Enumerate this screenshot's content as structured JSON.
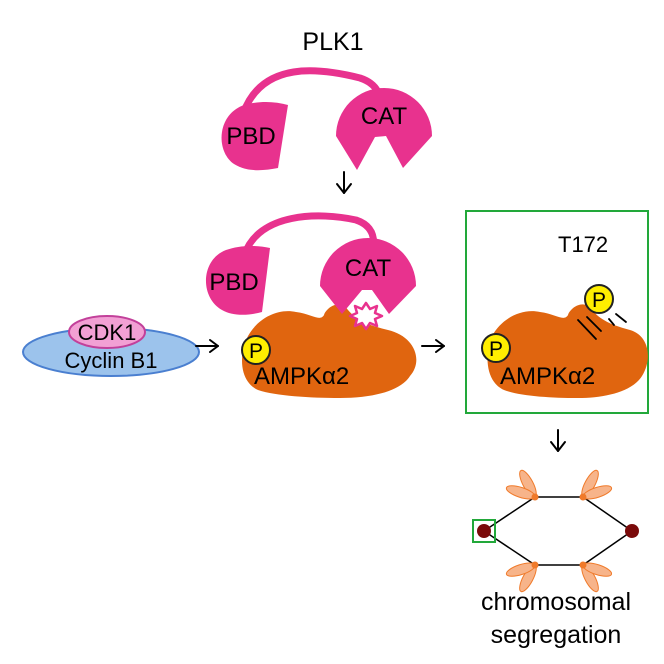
{
  "labels": {
    "plk1": "PLK1",
    "pbd": "PBD",
    "cat": "CAT",
    "cdk1": "CDK1",
    "cyclin_b1": "Cyclin B1",
    "phospho": "P",
    "ampk_prefix": "AMPK",
    "ampk_alpha": "α",
    "ampk_suffix": "2",
    "t172": "T172",
    "outcome_line1": "chromosomal",
    "outcome_line2": "segregation"
  },
  "colors": {
    "plk1": "#e8328e",
    "ampk": "#e0650f",
    "cyclin": "#9cc3ec",
    "cyclin_stroke": "#4a7fd0",
    "cdk1": "#f2a0d4",
    "cdk1_stroke": "#c2409a",
    "phospho": "#ffee00",
    "box": "#22a83a",
    "spindle_pole": "#7a0a0a",
    "chromosome": "#f7b48a",
    "kinetochore": "#f07a2a",
    "arrow": "#000000"
  }
}
